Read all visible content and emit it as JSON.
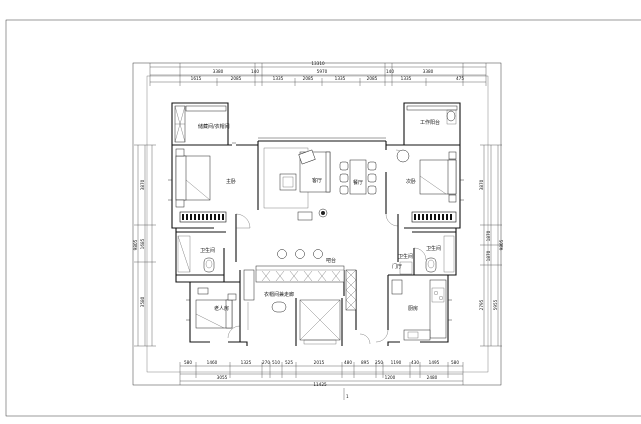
{
  "plan": {
    "top_dims": {
      "overall": "13310",
      "segments": [
        "3380",
        "140",
        "5970",
        "140",
        "3380"
      ],
      "sub_segments": [
        "1615",
        "2085",
        "1335",
        "2085",
        "1335",
        "2085",
        "1335",
        "475"
      ]
    },
    "bottom_dims": {
      "overall": "11425",
      "segments": [
        "580",
        "1460",
        "1325",
        "270",
        "510",
        "525",
        "2015",
        "480",
        "895",
        "250",
        "1190",
        "430",
        "1495",
        "580"
      ],
      "row2": [
        "3055",
        "1200",
        "2480"
      ]
    },
    "left_dims": [
      "3870",
      "1685",
      "3580",
      "9805"
    ],
    "right_dims": [
      "3870",
      "1870",
      "1870",
      "2795",
      "5955",
      "9805"
    ],
    "rooms": {
      "storage": "储藏间/衣帽间",
      "work_balcony": "工作阳台",
      "master_bedroom": "主卧",
      "living_room": "客厅",
      "dining_room": "餐厅",
      "second_bedroom": "次卧",
      "master_bath": "卫生间",
      "guest_bath": "卫生间",
      "bar": "吧台",
      "hallway": "衣帽间兼走廊",
      "third_bedroom": "老人房",
      "kitchen": "厨房",
      "small_bath": "卫生间",
      "door": "门厅"
    },
    "bottom_marker": "1"
  }
}
